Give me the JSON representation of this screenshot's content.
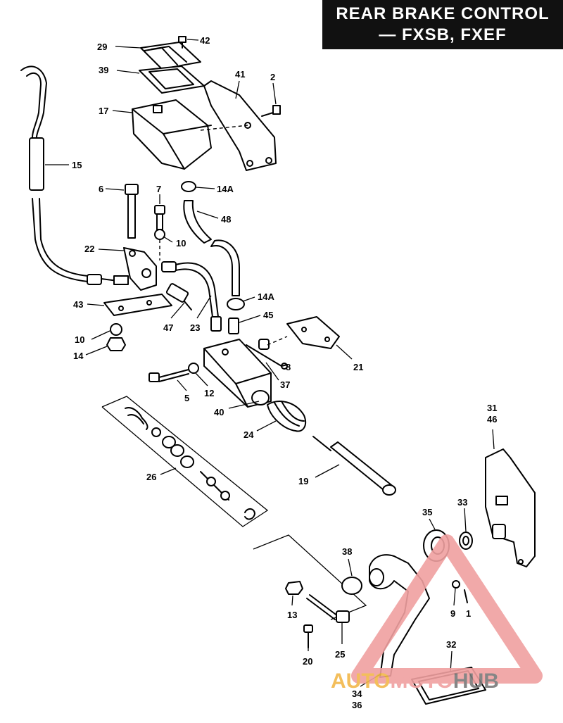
{
  "title": {
    "line1": "REAR BRAKE CONTROL",
    "line2": "— FXSB, FXEF"
  },
  "callouts": [
    {
      "id": "c29",
      "text": "29"
    },
    {
      "id": "c42",
      "text": "42"
    },
    {
      "id": "c39",
      "text": "39"
    },
    {
      "id": "c41",
      "text": "41"
    },
    {
      "id": "c2",
      "text": "2"
    },
    {
      "id": "c17",
      "text": "17"
    },
    {
      "id": "c15",
      "text": "15"
    },
    {
      "id": "c6",
      "text": "6"
    },
    {
      "id": "c7",
      "text": "7"
    },
    {
      "id": "c14a1",
      "text": "14A"
    },
    {
      "id": "c48",
      "text": "48"
    },
    {
      "id": "c10a",
      "text": "10"
    },
    {
      "id": "c22",
      "text": "22"
    },
    {
      "id": "c14a2",
      "text": "14A"
    },
    {
      "id": "c43",
      "text": "43"
    },
    {
      "id": "c45",
      "text": "45"
    },
    {
      "id": "c47",
      "text": "47"
    },
    {
      "id": "c23",
      "text": "23"
    },
    {
      "id": "c10b",
      "text": "10"
    },
    {
      "id": "c14",
      "text": "14"
    },
    {
      "id": "c21",
      "text": "21"
    },
    {
      "id": "c8",
      "text": "8"
    },
    {
      "id": "c37",
      "text": "37"
    },
    {
      "id": "c5",
      "text": "5"
    },
    {
      "id": "c12",
      "text": "12"
    },
    {
      "id": "c40",
      "text": "40"
    },
    {
      "id": "c24",
      "text": "24"
    },
    {
      "id": "c26",
      "text": "26"
    },
    {
      "id": "c19",
      "text": "19"
    },
    {
      "id": "c31",
      "text": "31"
    },
    {
      "id": "c46",
      "text": "46"
    },
    {
      "id": "c35",
      "text": "35"
    },
    {
      "id": "c33",
      "text": "33"
    },
    {
      "id": "c38",
      "text": "38"
    },
    {
      "id": "c13",
      "text": "13"
    },
    {
      "id": "c9",
      "text": "9"
    },
    {
      "id": "c1",
      "text": "1"
    },
    {
      "id": "c32",
      "text": "32"
    },
    {
      "id": "c20",
      "text": "20"
    },
    {
      "id": "c25",
      "text": "25"
    },
    {
      "id": "c34",
      "text": "34"
    },
    {
      "id": "c36",
      "text": "36"
    }
  ],
  "watermark": {
    "part1": "AUTO",
    "part2": "MOTO",
    "part3": "HUB",
    "color_primary": "#f0a0a0",
    "color_secondary": "#7a7a7a"
  },
  "colors": {
    "title_background": "#111111",
    "title_text": "#ffffff",
    "line_art": "#000000"
  }
}
